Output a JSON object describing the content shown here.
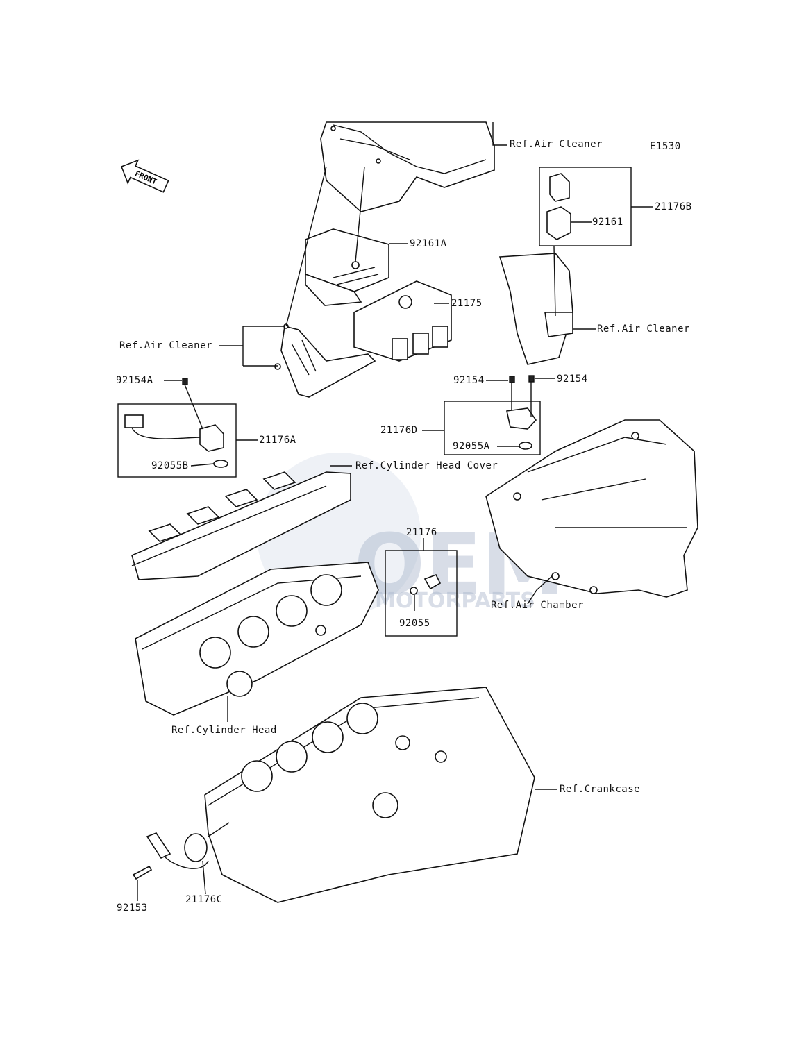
{
  "diagram_code": "E1530",
  "front_label": "FRONT",
  "watermark": {
    "brand": "OEM",
    "sub": "MOTORPARTS"
  },
  "callouts": [
    {
      "id": "ref-air-cleaner-top",
      "text": "Ref.Air Cleaner"
    },
    {
      "id": "p-21176b",
      "text": "21176B"
    },
    {
      "id": "p-92161",
      "text": "92161"
    },
    {
      "id": "p-92161a",
      "text": "92161A"
    },
    {
      "id": "p-21175",
      "text": "21175"
    },
    {
      "id": "ref-air-cleaner-right",
      "text": "Ref.Air Cleaner"
    },
    {
      "id": "ref-air-cleaner-left",
      "text": "Ref.Air Cleaner"
    },
    {
      "id": "p-92154a",
      "text": "92154A"
    },
    {
      "id": "p-92154-left",
      "text": "92154"
    },
    {
      "id": "p-92154-right",
      "text": "92154"
    },
    {
      "id": "p-21176a",
      "text": "21176A"
    },
    {
      "id": "p-21176d",
      "text": "21176D"
    },
    {
      "id": "p-92055a",
      "text": "92055A"
    },
    {
      "id": "p-92055b",
      "text": "92055B"
    },
    {
      "id": "ref-cylinder-head-cover",
      "text": "Ref.Cylinder Head Cover"
    },
    {
      "id": "p-21176",
      "text": "21176"
    },
    {
      "id": "p-92055",
      "text": "92055"
    },
    {
      "id": "ref-air-chamber",
      "text": "Ref.Air Chamber"
    },
    {
      "id": "ref-cylinder-head",
      "text": "Ref.Cylinder Head"
    },
    {
      "id": "ref-crankcase",
      "text": "Ref.Crankcase"
    },
    {
      "id": "p-92153",
      "text": "92153"
    },
    {
      "id": "p-21176c",
      "text": "21176C"
    }
  ]
}
